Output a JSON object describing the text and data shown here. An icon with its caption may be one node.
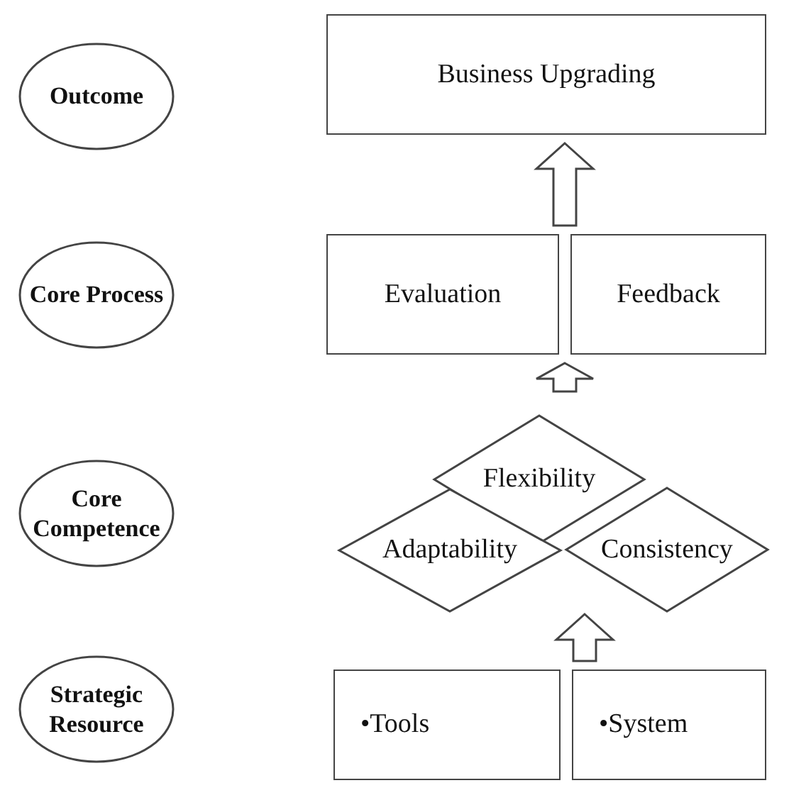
{
  "diagram": {
    "nodes": [
      {
        "text": [
          "Outcome"
        ]
      },
      {
        "text": [
          "Business Upgrading"
        ]
      },
      {
        "text": [
          "Core Process"
        ]
      },
      {
        "text": [
          "Evaluation"
        ]
      },
      {
        "text": [
          "Feedback"
        ]
      },
      {
        "text": [
          "Core Competence"
        ]
      },
      {
        "text": [
          "Flexibility"
        ]
      },
      {
        "text": [
          "Adaptability"
        ]
      },
      {
        "text": [
          "Consistency"
        ]
      },
      {
        "text": [
          "Strategic Resource"
        ]
      },
      {
        "text": [
          "•Tools"
        ]
      },
      {
        "text": [
          "•System"
        ]
      }
    ],
    "edges": [
      {
        "from": 10,
        "to": 7,
        "arrow": "to"
      },
      {
        "from": 10,
        "to": 8,
        "arrow": "to"
      },
      {
        "from": 11,
        "to": 7,
        "arrow": "to"
      },
      {
        "from": 11,
        "to": 8,
        "arrow": "to"
      },
      {
        "from": 6,
        "to": 3,
        "arrow": "to"
      },
      {
        "from": 6,
        "to": 4,
        "arrow": "to"
      },
      {
        "from": 3,
        "to": 1,
        "arrow": "to"
      },
      {
        "from": 4,
        "to": 1,
        "arrow": "to"
      }
    ]
  }
}
